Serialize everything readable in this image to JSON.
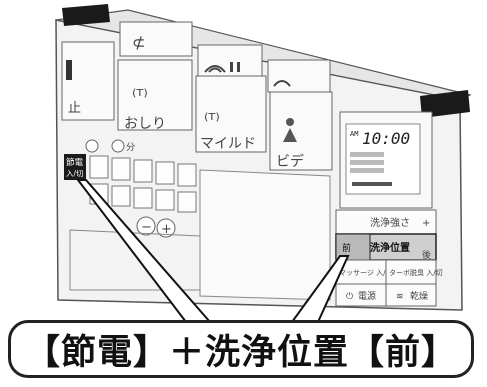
{
  "caption": {
    "text": "【節電】＋洗浄位置【前】"
  },
  "panel": {
    "buttons": {
      "stop_label": "止",
      "oshiri_label": "おしり",
      "mild_label": "マイルド",
      "bidet_label": "ビデ",
      "setsuden_line1": "節電",
      "setsuden_line2": "入/切",
      "wash_strength_label": "洗浄強さ",
      "wash_position_label": "洗浄位置",
      "position_front": "前",
      "position_back": "後",
      "massage_label": "マッサージ 入/切",
      "turbo_label": "ターボ脱臭 入/切",
      "power_label": "電源",
      "dry_label": "乾燥",
      "power_symbol": "⏻",
      "dry_symbol": "≋",
      "plus_symbol": "+",
      "minus_symbol": "−",
      "timer_label": "分"
    },
    "lcd": {
      "am": "AM",
      "time": "10:00"
    }
  },
  "colors": {
    "panel": "#f2f2f2",
    "outline": "#555555",
    "accent": "#111111",
    "highlight": "#cfcfcf"
  }
}
